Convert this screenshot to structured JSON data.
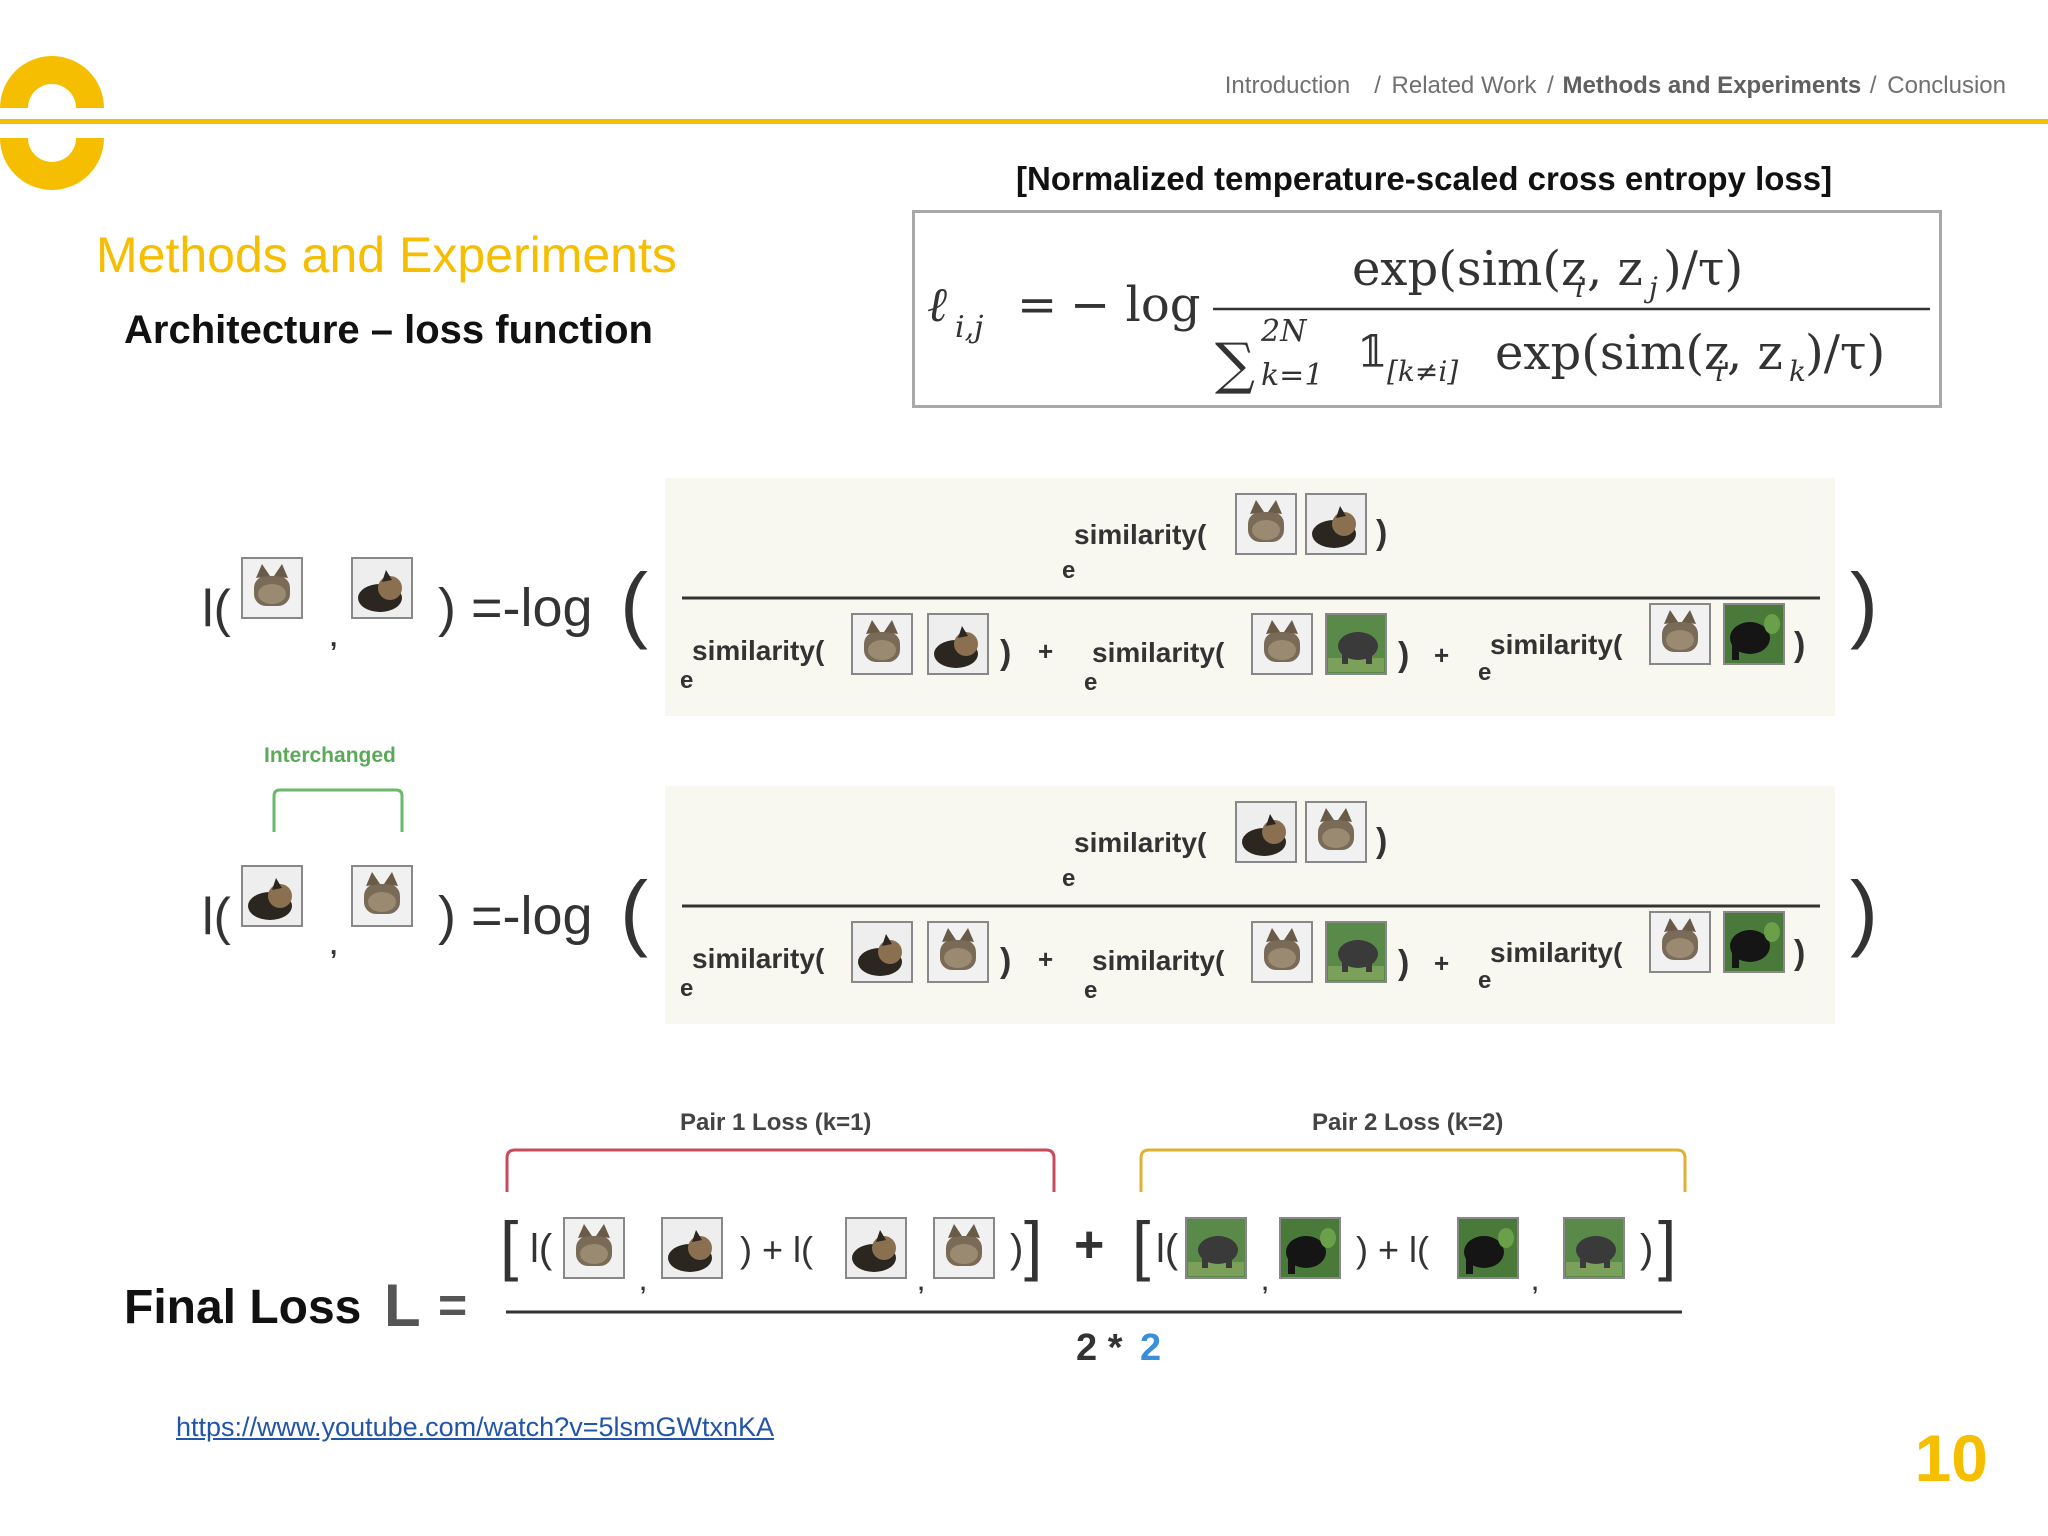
{
  "breadcrumb": {
    "intro": "Introduction",
    "sep1": "/",
    "related": "Related Work",
    "sep2": "/",
    "methods": "Methods and Experiments",
    "sep3": "/",
    "conclusion": "Conclusion"
  },
  "title": "Methods and Experiments",
  "subtitle": "Architecture – loss function",
  "equation": {
    "caption": "[Normalized temperature-scaled cross entropy loss]",
    "lhs": "ℓ",
    "lhs_sub": "i,j",
    "eq_sign": "=",
    "neg_log": "− log",
    "numerator": "exp(sim(z",
    "num_sub1": "i",
    "num_sep": ", z",
    "num_sub2": "j",
    "num_tail": ")/τ)",
    "sum": "∑",
    "sum_upper": "2N",
    "sum_lower": "k=1",
    "indicator": "𝟙",
    "indicator_sub": "[k≠i]",
    "denominator": "exp(sim(z",
    "den_sub1": "i",
    "den_sep": ", z",
    "den_sub2": "k",
    "den_tail": ")/τ)"
  },
  "example": {
    "lhs_open": "l(",
    "lhs_comma": ",",
    "lhs_close": ") =-log",
    "big_open": "(",
    "big_close": ")",
    "similarity_label": "similarity(",
    "close_paren": ")",
    "exp_base": "e",
    "plus": "+",
    "interchanged": "Interchanged"
  },
  "final": {
    "label": "Final Loss",
    "L": "L",
    "eq": "=",
    "pair1": "Pair 1 Loss (k=1)",
    "pair2": "Pair 2 Loss (k=2)",
    "open_bracket": "[",
    "close_bracket": "]",
    "l_open": "l(",
    "comma": ",",
    "close_plus": ") + l(",
    "close": ")",
    "plus": "+",
    "denom_a": "2 *",
    "denom_b": "2",
    "denom_b_color": "#3a8fd8",
    "pair1_color": "#c94a5a",
    "pair2_color": "#e0b030"
  },
  "link": "https://www.youtube.com/watch?v=5lsmGWtxnKA",
  "page_number": "10",
  "accent_color": "#f6be00"
}
